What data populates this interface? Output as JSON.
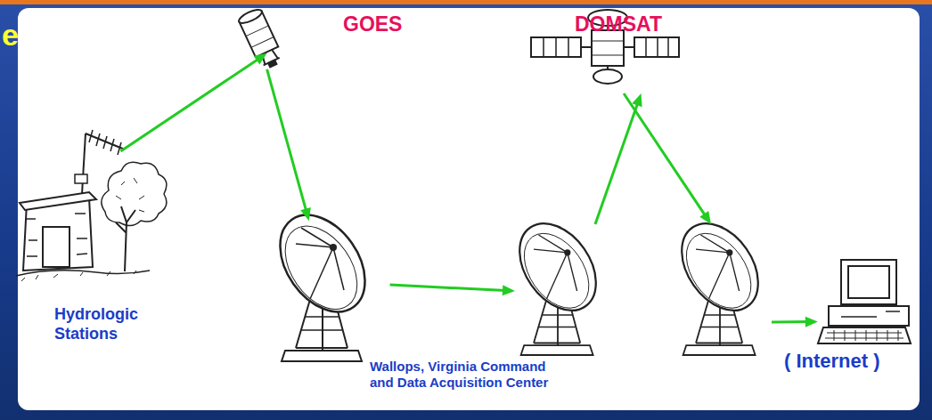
{
  "diagram": {
    "nodes": [
      {
        "text": [
          "Hydrologic Stations"
        ]
      },
      {
        "text": [
          "GOES"
        ]
      },
      {
        "text": [
          "Wallops, Virginia Command and Data Acquisition Center"
        ]
      },
      {
        "text": [
          "DOMSAT"
        ]
      },
      {
        "text": [
          "( Internet )"
        ]
      }
    ],
    "edges": [
      {
        "from": 0,
        "to": 1,
        "arrow": "to"
      },
      {
        "from": 1,
        "to": 2,
        "arrow": "to"
      },
      {
        "from": 2,
        "to": 3,
        "arrow": "to"
      },
      {
        "from": 3,
        "to": 4,
        "arrow": "to"
      }
    ],
    "labels": [
      "e"
    ]
  }
}
